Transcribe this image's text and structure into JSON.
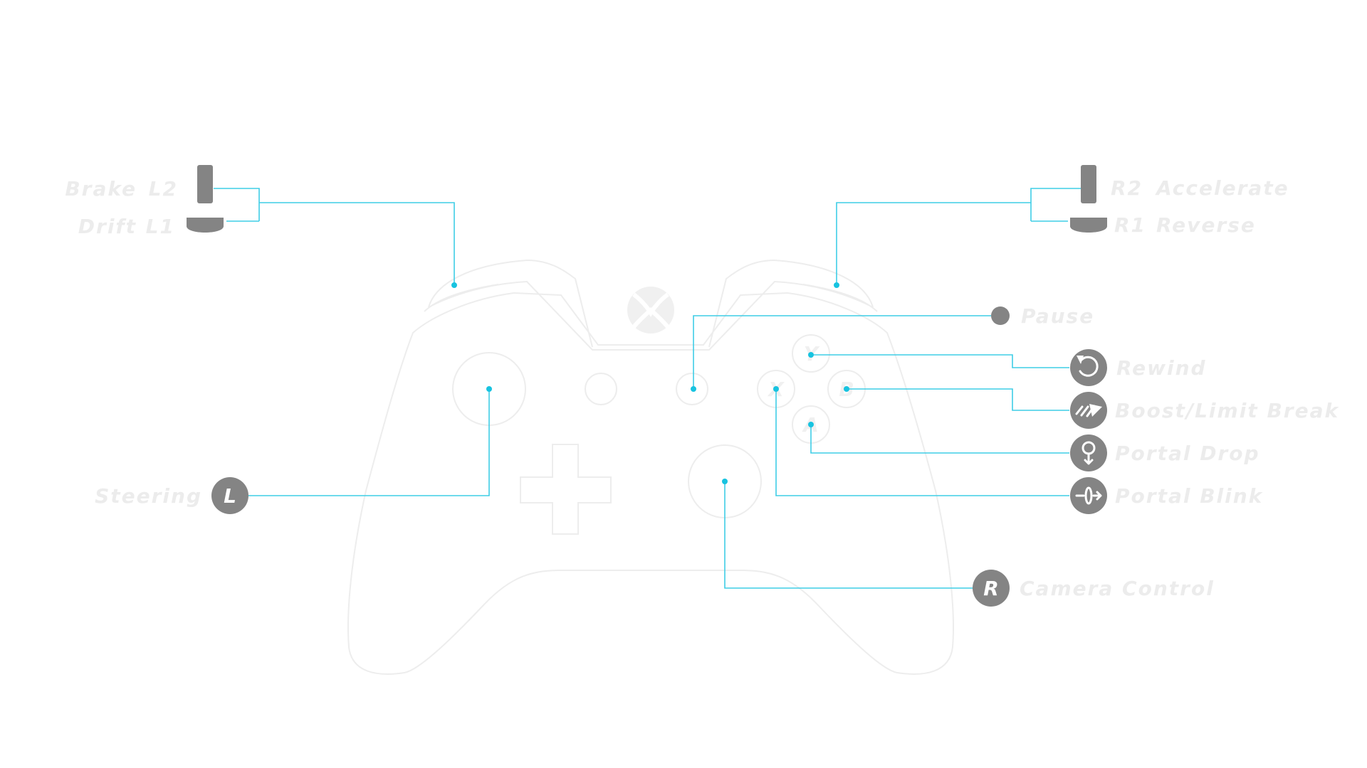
{
  "diagram": {
    "labels": {
      "brake": "Brake",
      "l2": "L2",
      "drift": "Drift",
      "l1": "L1",
      "r2": "R2",
      "accelerate": "Accelerate",
      "r1": "R1",
      "reverse": "Reverse",
      "pause": "Pause",
      "rewind": "Rewind",
      "boost": "Boost/Limit Break",
      "portal_drop": "Portal Drop",
      "portal_blink": "Portal Blink",
      "steering": "Steering",
      "camera_control": "Camera Control"
    },
    "stick_badges": {
      "left": "L",
      "right": "R"
    },
    "face_buttons": {
      "y": "Y",
      "x": "X",
      "b": "B",
      "a": "A"
    },
    "colors": {
      "connector": "#3fcde6",
      "dot": "#17c3e0",
      "icon": "#848484",
      "outline": "#ededed",
      "label": "#ececec"
    },
    "icons": {
      "l2": "trigger-icon",
      "l1": "bumper-icon",
      "r2": "trigger-icon",
      "r1": "bumper-icon",
      "pause": "pause-dot-icon",
      "rewind": "rewind-icon",
      "boost": "boost-icon",
      "portal_drop": "portal-drop-icon",
      "portal_blink": "portal-blink-icon"
    }
  }
}
